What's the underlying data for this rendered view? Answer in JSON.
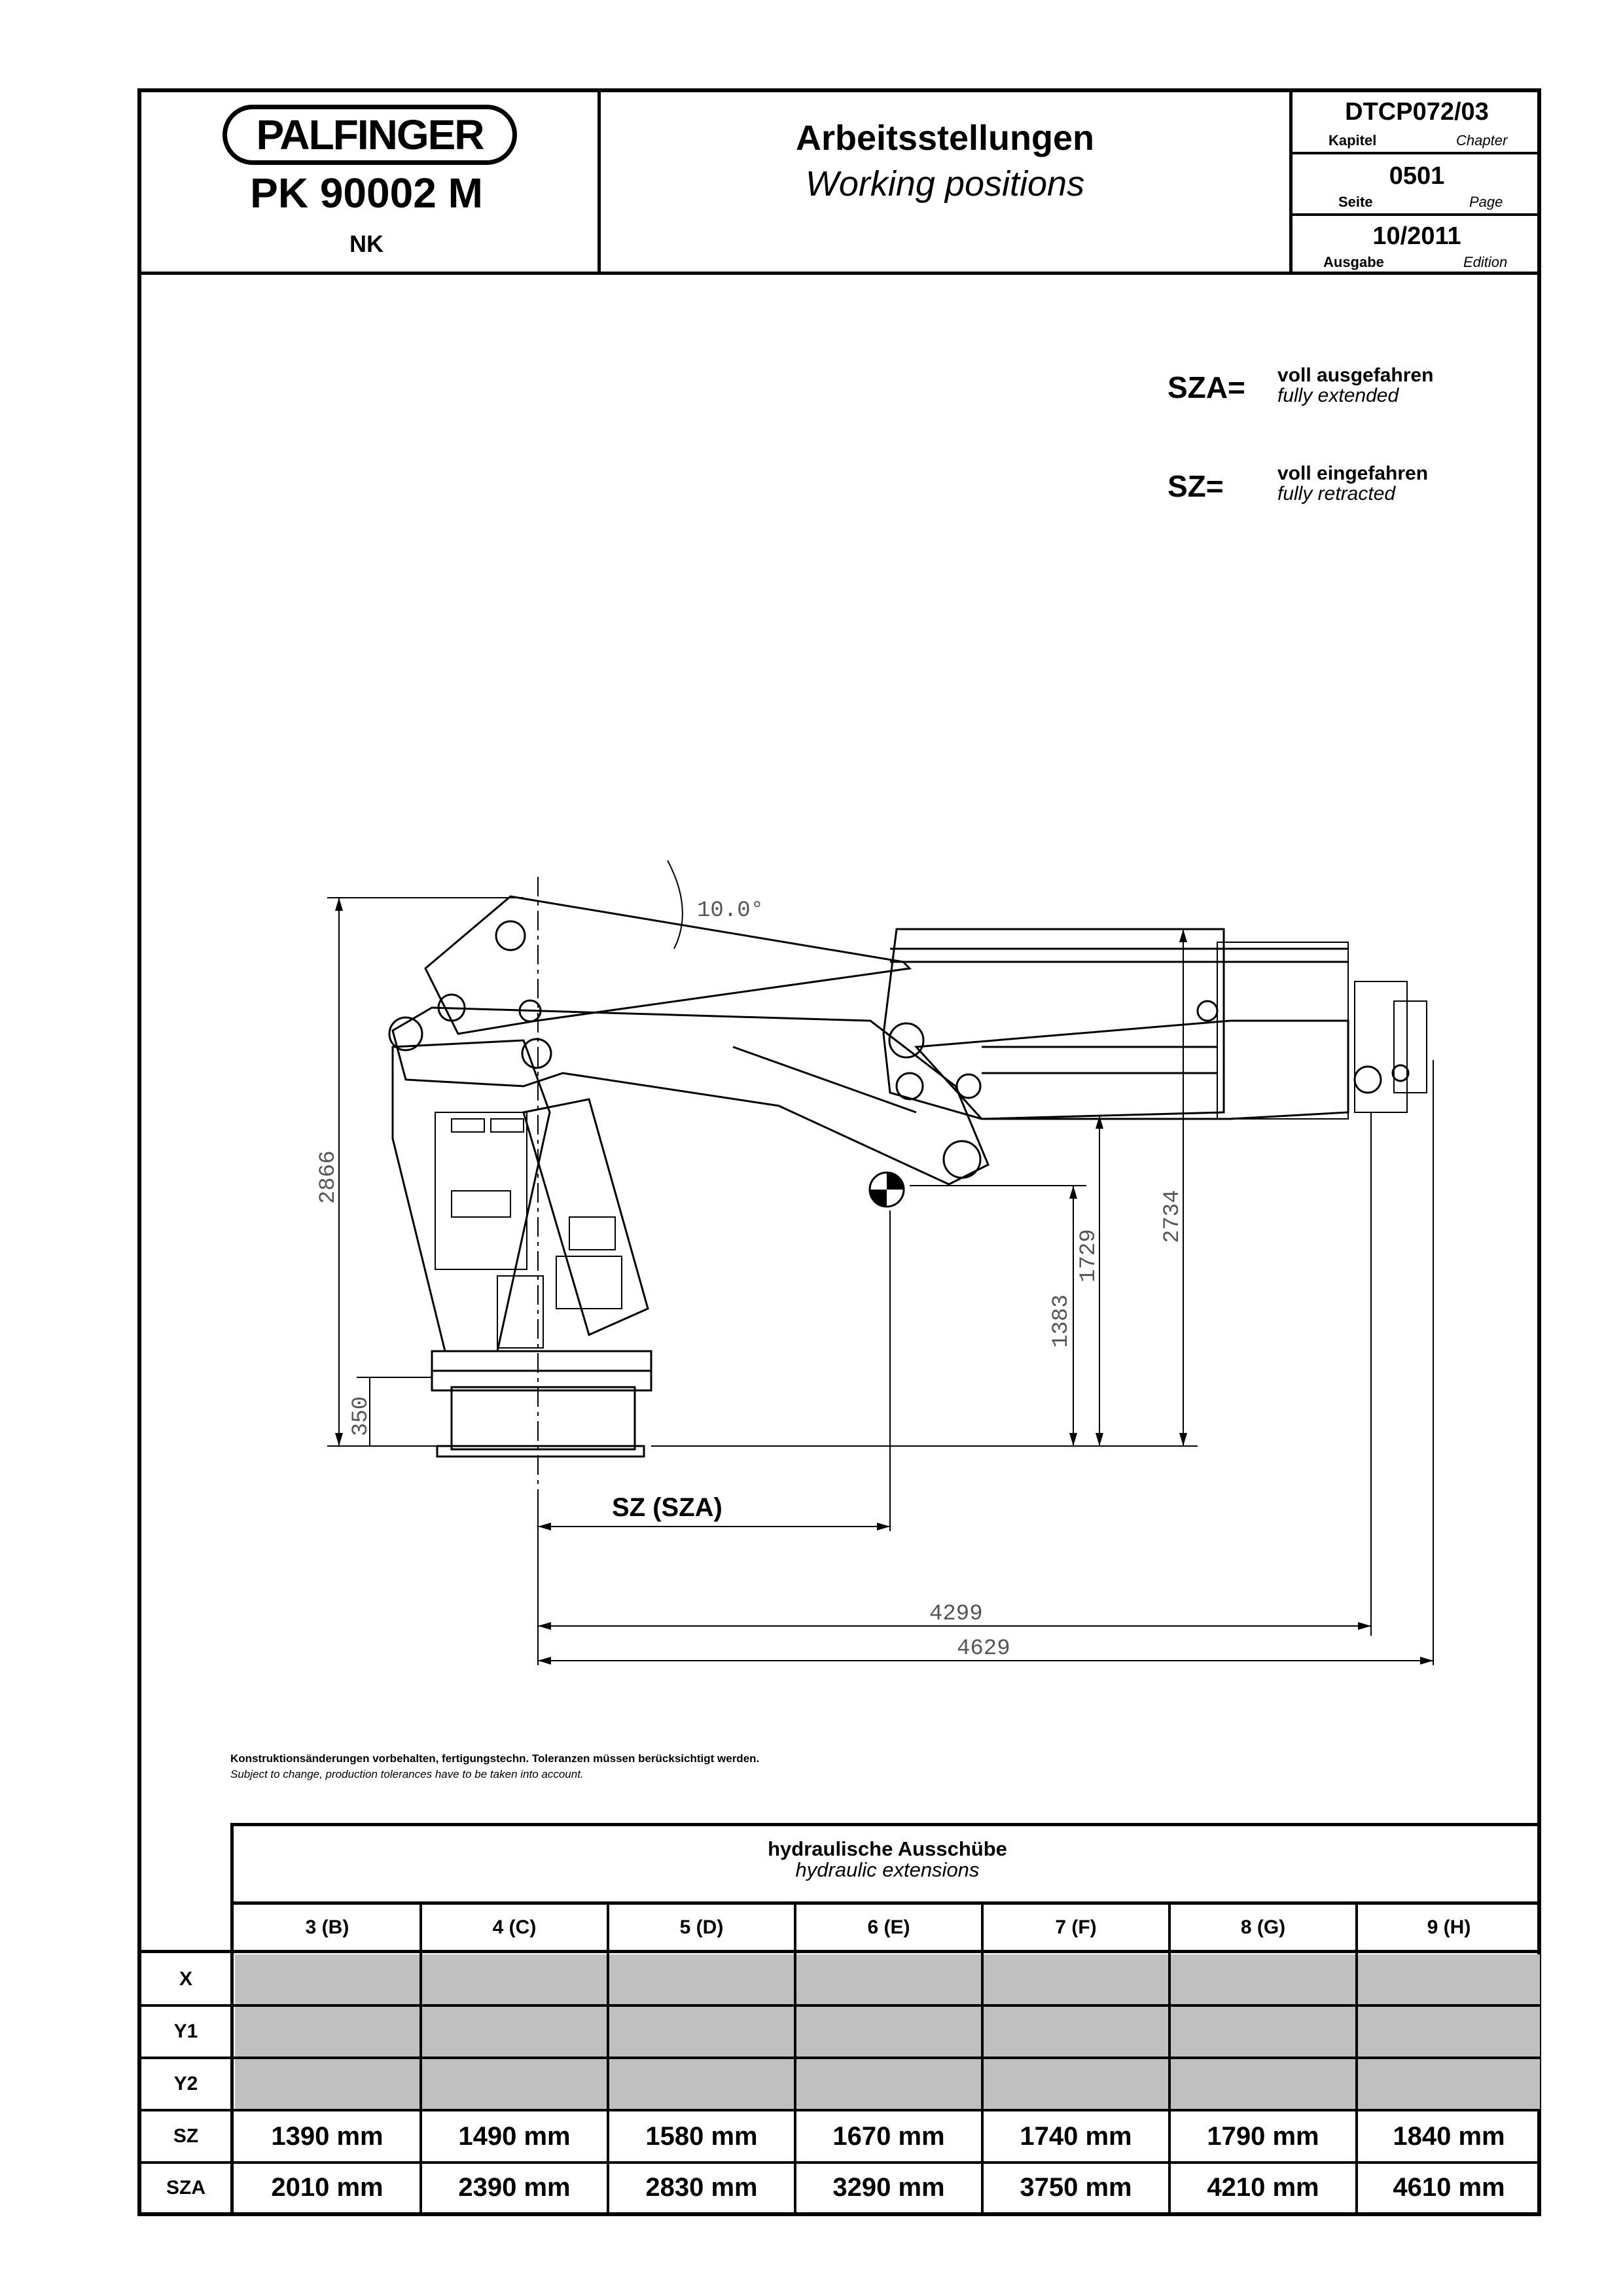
{
  "header": {
    "brand": "PALFINGER",
    "model": "PK 90002 M",
    "variant": "NK",
    "title_de": "Arbeitsstellungen",
    "title_en": "Working positions",
    "chapter_value": "DTCP072/03",
    "chapter_de": "Kapitel",
    "chapter_en": "Chapter",
    "page_value": "0501",
    "page_de": "Seite",
    "page_en": "Page",
    "edition_value": "10/2011",
    "edition_de": "Ausgabe",
    "edition_en": "Edition"
  },
  "legend": {
    "sza_key": "SZA=",
    "sza_de": "voll ausgefahren",
    "sza_en": "fully extended",
    "sz_key": "SZ=",
    "sz_de": "voll eingefahren",
    "sz_en": "fully retracted"
  },
  "drawing": {
    "angle": "10.0°",
    "dim_2866": "2866",
    "dim_350": "350",
    "dim_1383": "1383",
    "dim_1729": "1729",
    "dim_2734": "2734",
    "dim_4299": "4299",
    "dim_4629": "4629",
    "sz_label": "SZ (SZA)"
  },
  "notes": {
    "de": "Konstruktionsänderungen vorbehalten, fertigungstechn. Toleranzen müssen berücksichtigt werden.",
    "en": "Subject to change, production tolerances have to be taken into account."
  },
  "table": {
    "title_de": "hydraulische Ausschübe",
    "title_en": "hydraulic extensions",
    "columns": [
      "3 (B)",
      "4 (C)",
      "5 (D)",
      "6 (E)",
      "7 (F)",
      "8 (G)",
      "9 (H)"
    ],
    "rows": [
      {
        "label": "X",
        "values": [
          "",
          "",
          "",
          "",
          "",
          "",
          ""
        ]
      },
      {
        "label": "Y1",
        "values": [
          "",
          "",
          "",
          "",
          "",
          "",
          ""
        ]
      },
      {
        "label": "Y2",
        "values": [
          "",
          "",
          "",
          "",
          "",
          "",
          ""
        ]
      },
      {
        "label": "SZ",
        "values": [
          "1390 mm",
          "1490 mm",
          "1580 mm",
          "1670 mm",
          "1740 mm",
          "1790 mm",
          "1840 mm"
        ]
      },
      {
        "label": "SZA",
        "values": [
          "2010 mm",
          "2390 mm",
          "2830 mm",
          "3290 mm",
          "3750 mm",
          "4210 mm",
          "4610 mm"
        ]
      }
    ]
  }
}
